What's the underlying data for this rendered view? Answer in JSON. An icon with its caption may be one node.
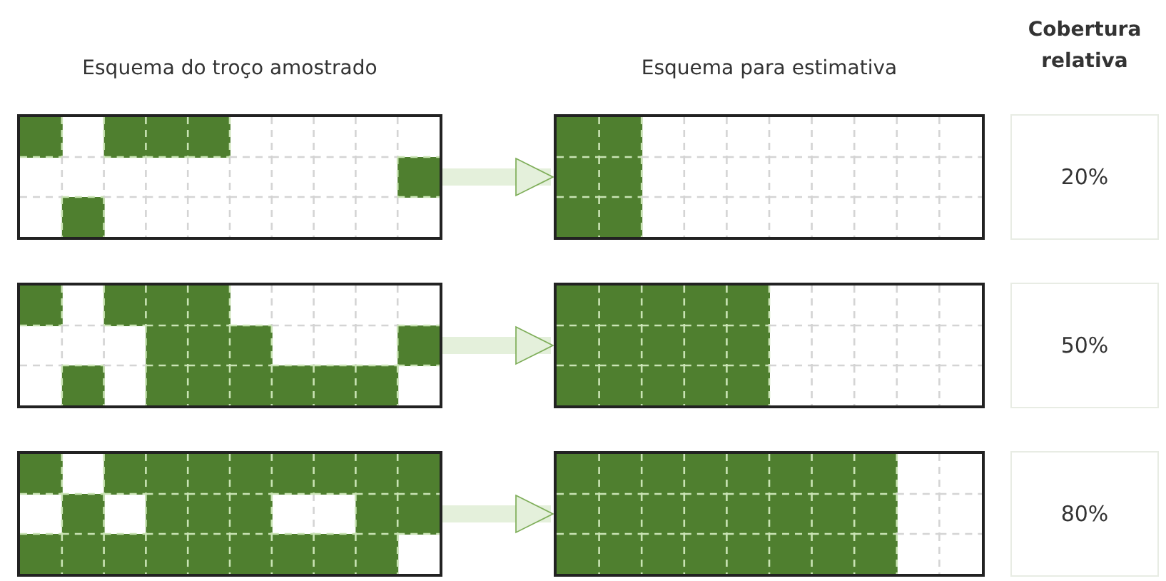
{
  "diagram": {
    "nodes": [
      {
        "text": [],
        "shape": "picture"
      },
      {
        "text": [],
        "shape": "picture"
      },
      {
        "text": [
          "20%"
        ]
      },
      {
        "text": [],
        "shape": "picture"
      },
      {
        "text": [],
        "shape": "picture"
      },
      {
        "text": [
          "50%"
        ]
      },
      {
        "text": [],
        "shape": "picture"
      },
      {
        "text": [],
        "shape": "picture"
      },
      {
        "text": [
          "80%"
        ]
      }
    ],
    "edges": [
      {
        "from": 0,
        "to": 1,
        "arrow": "to"
      },
      {
        "from": 3,
        "to": 4,
        "arrow": "to"
      },
      {
        "from": 6,
        "to": 7,
        "arrow": "to"
      }
    ],
    "labels": [
      "Esquema do troço amostrado",
      "Esquema para estimativa",
      "Cobertura relativa"
    ]
  }
}
